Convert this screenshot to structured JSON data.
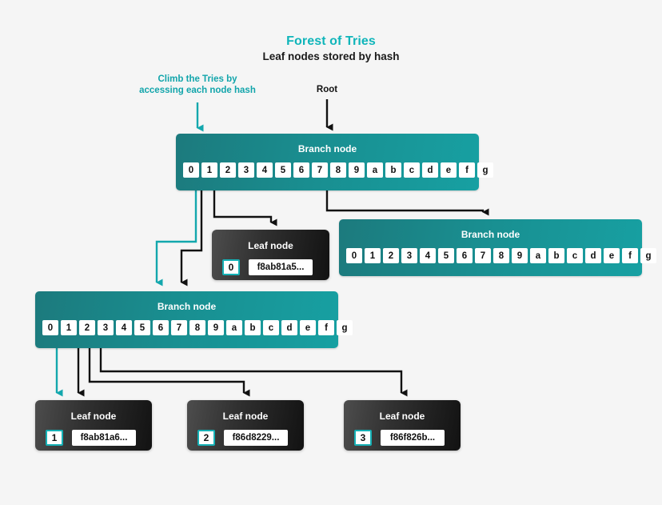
{
  "header": {
    "title": "Forest of Tries",
    "subtitle": "Leaf nodes stored by hash",
    "title_color": "#0fb5ba"
  },
  "annotations": [
    {
      "id": "climb",
      "line1": "Climb the Tries by",
      "line2": "accessing each node hash",
      "color": "#12a5ab"
    },
    {
      "id": "root",
      "line1": "Root",
      "line2": "",
      "color": "#111111"
    }
  ],
  "nodes": {
    "branch_labels": {
      "label": "Branch node"
    },
    "leaf_labels": {
      "label": "Leaf node"
    },
    "cells": [
      "0",
      "1",
      "2",
      "3",
      "4",
      "5",
      "6",
      "7",
      "8",
      "9",
      "a",
      "b",
      "c",
      "d",
      "e",
      "f",
      "g"
    ],
    "branch_root": {
      "name": "branch-node-root",
      "label": "Branch node",
      "cells": [
        "0",
        "1",
        "2",
        "3",
        "4",
        "5",
        "6",
        "7",
        "8",
        "9",
        "a",
        "b",
        "c",
        "d",
        "e",
        "f",
        "g"
      ]
    },
    "branch_right": {
      "name": "branch-node-right",
      "label": "Branch node",
      "cells": [
        "0",
        "1",
        "2",
        "3",
        "4",
        "5",
        "6",
        "7",
        "8",
        "9",
        "a",
        "b",
        "c",
        "d",
        "e",
        "f",
        "g"
      ]
    },
    "branch_lower": {
      "name": "branch-node-lower",
      "label": "Branch node",
      "cells": [
        "0",
        "1",
        "2",
        "3",
        "4",
        "5",
        "6",
        "7",
        "8",
        "9",
        "a",
        "b",
        "c",
        "d",
        "e",
        "f",
        "g"
      ]
    },
    "leaf_top": {
      "label": "Leaf node",
      "index": "0",
      "hash": "f8ab81a5..."
    },
    "leaf_1": {
      "label": "Leaf node",
      "index": "1",
      "hash": "f8ab81a6..."
    },
    "leaf_2": {
      "label": "Leaf node",
      "index": "2",
      "hash": "f86d8229..."
    },
    "leaf_3": {
      "label": "Leaf node",
      "index": "3",
      "hash": "f86f826b..."
    }
  },
  "colors": {
    "teal_accent": "#12a5ab",
    "teal_node_left": "#1c7a7d",
    "teal_node_right": "#17a0a2",
    "arrow_black": "#111111",
    "background": "#f5f5f5",
    "leaf_dark": "#1d1d1d"
  }
}
